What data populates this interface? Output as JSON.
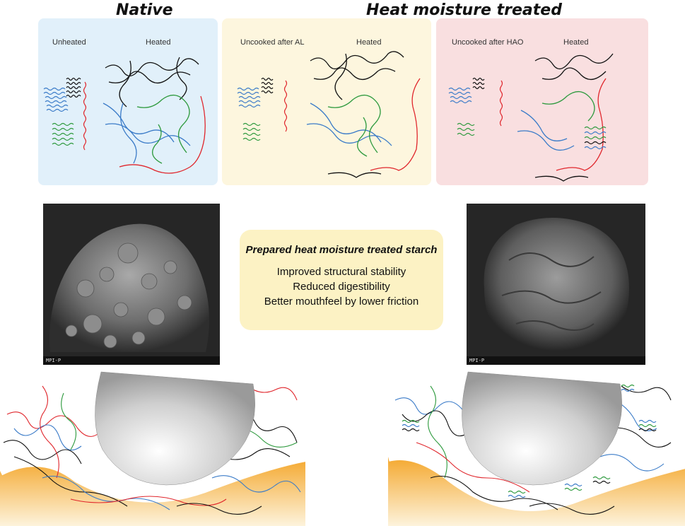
{
  "headers": {
    "native": "Native",
    "hmt": "Heat moisture treated"
  },
  "panels": [
    {
      "left_label": "Unheated",
      "right_label": "Heated",
      "bg": "#e1f0fa"
    },
    {
      "left_label": "Uncooked after AL",
      "right_label": "Heated",
      "bg": "#fdf6de"
    },
    {
      "left_label": "Uncooked after HAO",
      "right_label": "Heated",
      "bg": "#f9dfe0"
    }
  ],
  "center_box": {
    "title": "Prepared heat moisture treated starch",
    "lines": [
      "Improved structural stability",
      "Reduced digestibility",
      "Better mouthfeel by lower friction"
    ]
  },
  "sem": {
    "left_label": "MPI-P",
    "right_label": "MPI-P"
  },
  "colors": {
    "blue": "#3a7bc8",
    "green": "#2e9a3e",
    "black": "#111111",
    "red": "#e0262c",
    "orange": "#f4a62a"
  }
}
